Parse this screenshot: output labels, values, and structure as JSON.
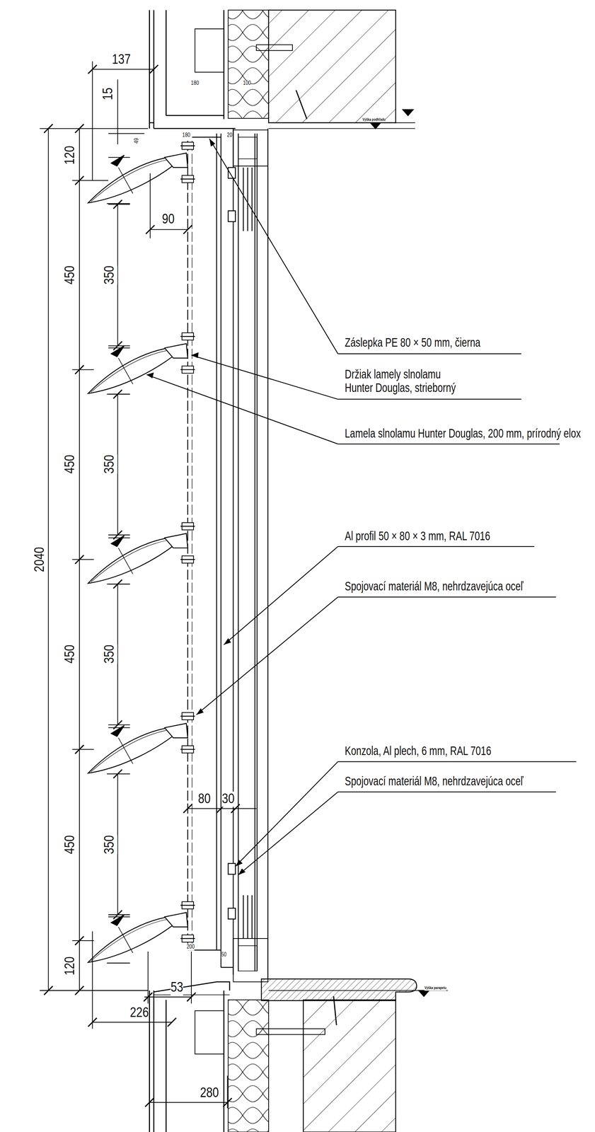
{
  "diagram": {
    "labels": [
      "137",
      "15",
      "120",
      "450",
      "450",
      "450",
      "450",
      "120",
      "350",
      "350",
      "350",
      "350",
      "2040",
      "90",
      "80",
      "30",
      "53",
      "226",
      "280",
      "180",
      "100",
      "180",
      "49",
      "20",
      "200",
      "50",
      "Výška podhľadu",
      "Výška parapetu",
      "Záslepka PE 80 × 50 mm, čierna",
      "Držiak lamely slnolamu Hunter Douglas, strieborný",
      "Lamela slnolamu Hunter Douglas, 200 mm, prírodný elox",
      "Al profil 50 × 80 × 3 mm, RAL 7016",
      "Spojovací materiál M8, nehrdzavejúca oceľ",
      "Konzola, Al plech, 6 mm, RAL 7016",
      "Spojovací materiál M8, nehrdzavejúca oceľ"
    ]
  }
}
